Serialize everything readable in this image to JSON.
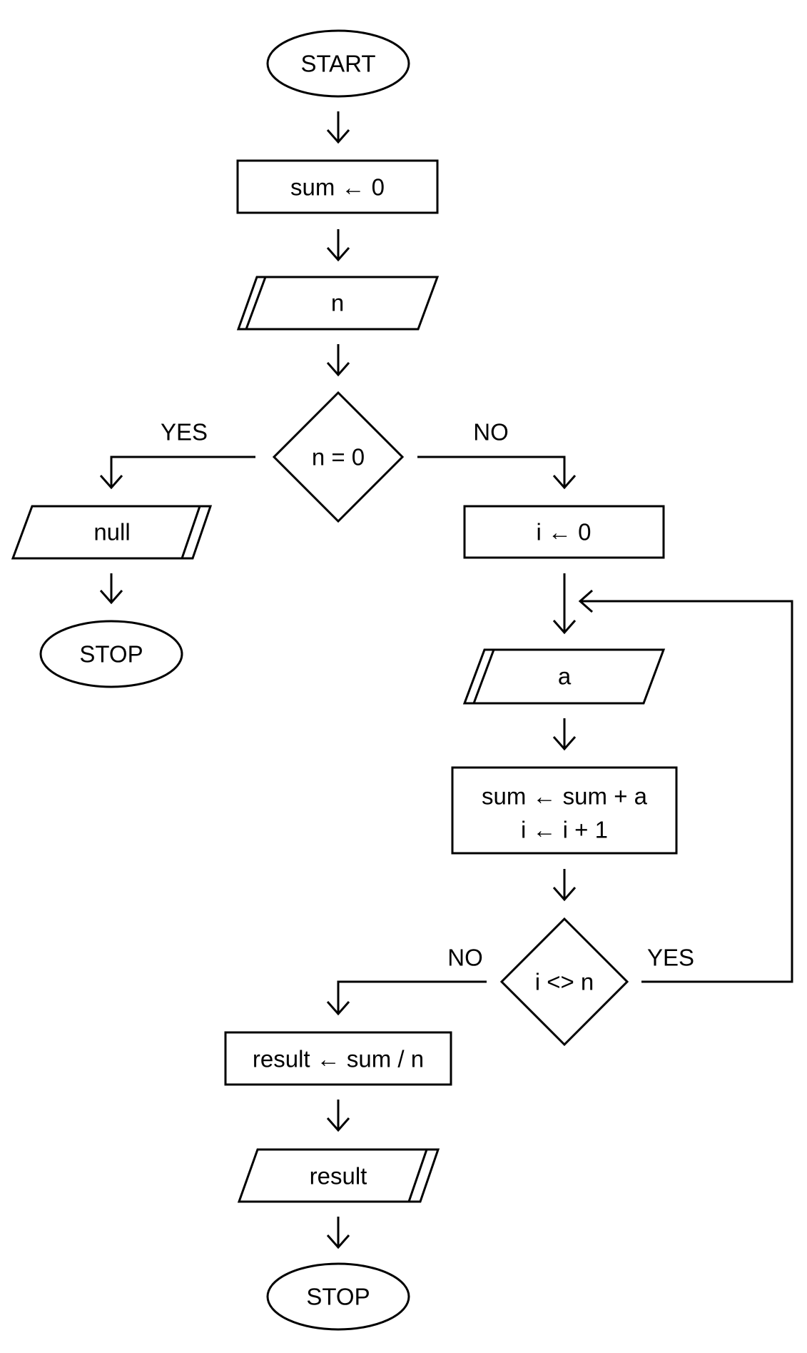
{
  "diagram": {
    "start": "START",
    "init_sum": "sum ← 0",
    "input_n": "n",
    "decision_n": "n = 0",
    "branch_yes_left": "YES",
    "branch_no_right": "NO",
    "output_null": "null",
    "stop_left": "STOP",
    "init_i": "i ← 0",
    "input_a": "a",
    "loop_body_line1": "sum ← sum + a",
    "loop_body_line2": "i ← i + 1",
    "decision_i": "i <> n",
    "branch_no_loop": "NO",
    "branch_yes_loop": "YES",
    "compute_result": "result ← sum / n",
    "output_result": "result",
    "stop_bottom": "STOP"
  }
}
